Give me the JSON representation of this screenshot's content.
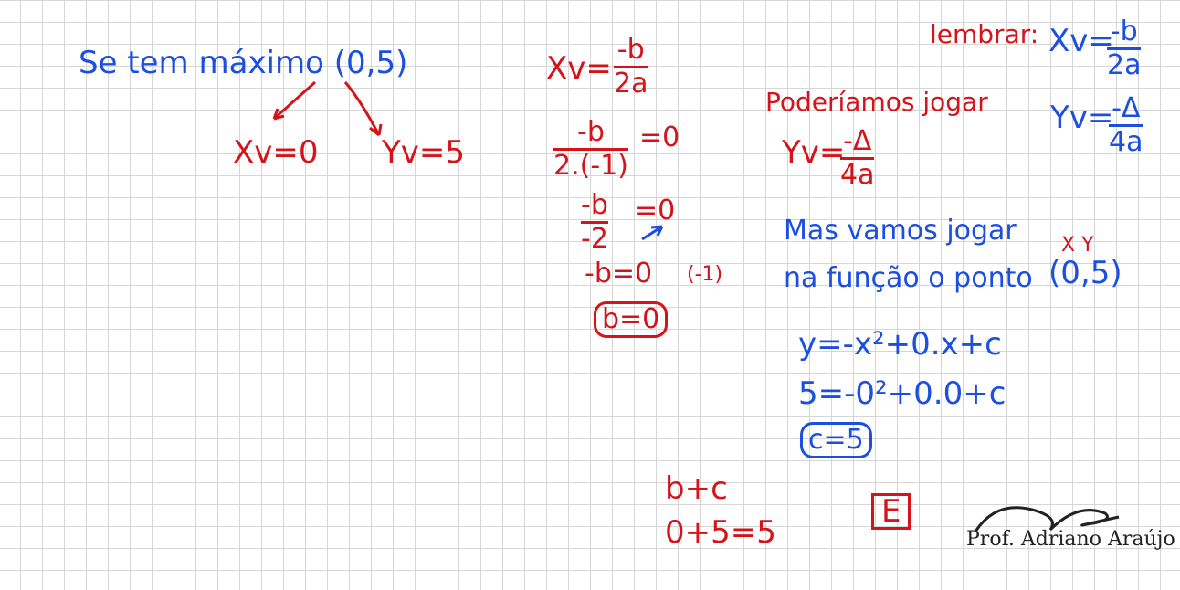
{
  "colors": {
    "blue": "#1c4fe0",
    "red": "#d4141a",
    "grid": "#d6d6d6"
  },
  "left": {
    "statement": "Se tem máximo (0,5)",
    "xv": "Xv=0",
    "yv": "Yv=5"
  },
  "middle": {
    "xv_label": "Xv=",
    "xv_num": "-b",
    "xv_den": "2a",
    "step1_num": "-b",
    "step1_den": "2.(-1)",
    "step1_rhs": "=0",
    "step2_num": "-b",
    "step2_den": "-2",
    "step2_rhs": "=0",
    "step3": "-b=0",
    "step3_note": "(-1)",
    "result": "b=0"
  },
  "right": {
    "note": "Poderíamos jogar",
    "yv_label": "Yv=",
    "yv_num": "-Δ",
    "yv_den": "4a",
    "line1": "Mas vamos jogar",
    "line2": "na função o ponto",
    "point": "(0,5)",
    "point_labels": "X Y",
    "eq1": "y=-x²+0.x+c",
    "eq2": "5=-0²+0.0+c",
    "c_result": "c=5"
  },
  "reminder": {
    "title": "lembrar:",
    "xv_label": "Xv=",
    "xv_num": "-b",
    "xv_den": "2a",
    "yv_label": "Yv=",
    "yv_num": "-Δ",
    "yv_den": "4a"
  },
  "bottom": {
    "sum": "b+c",
    "calc": "0+5=5",
    "answer": "E"
  },
  "signature": "Prof. Adriano Araújo"
}
